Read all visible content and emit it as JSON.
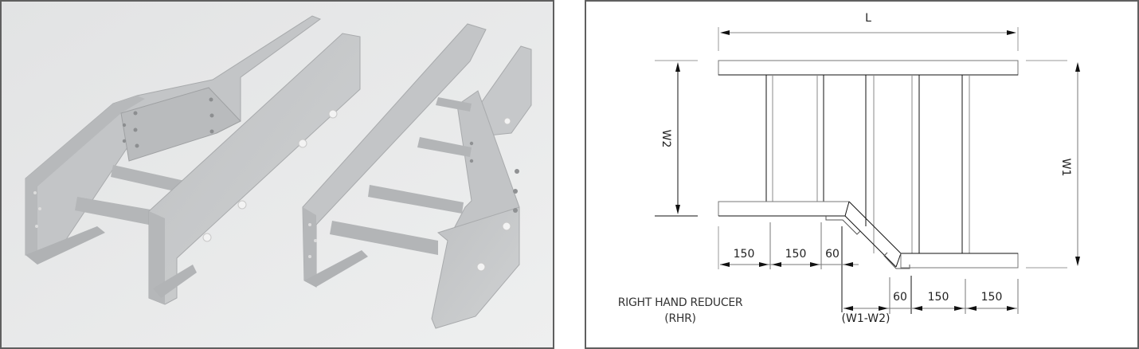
{
  "photo": {
    "caption": "",
    "description": "photo-of-two-fiberglass-cable-ladder-reducers"
  },
  "drawing": {
    "title": "RIGHT HAND REDUCER",
    "abbreviation": "(RHR)",
    "labels": {
      "length": "L",
      "width_narrow": "W2",
      "width_wide": "W1",
      "offset": "(W1-W2)"
    },
    "dimensions_left": [
      "150",
      "150",
      "60"
    ],
    "dimensions_right": [
      "60",
      "150",
      "150"
    ],
    "colors": {
      "line": "#111111",
      "extension_line": "#9a9a9a",
      "border": "#5f5f5f",
      "photo_bg": "#e6e7e8",
      "rail": "#c8cacc"
    }
  }
}
